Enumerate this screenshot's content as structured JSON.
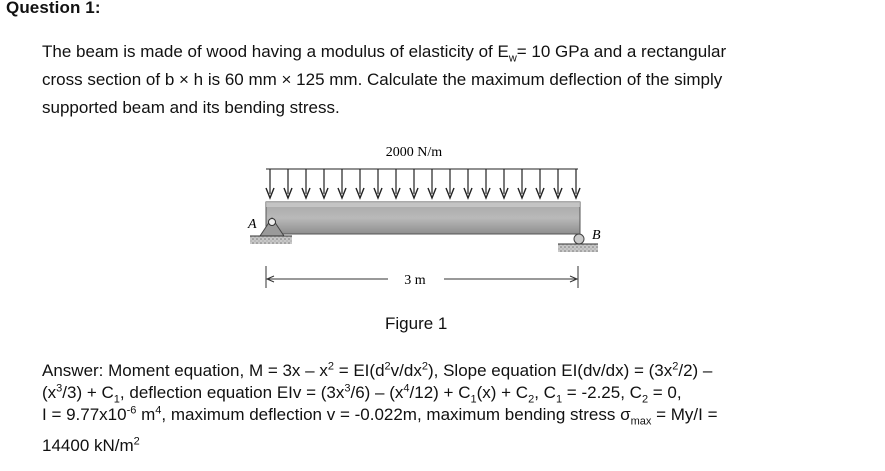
{
  "question": {
    "title": "Question 1:",
    "lines": [
      "The beam is made of wood having a modulus of elasticity of E",
      "w",
      "= 10 GPa and a rectangular",
      "cross section of b × h is 60 mm × 125 mm. Calculate the maximum deflection of the simply",
      "supported beam and its bending stress."
    ]
  },
  "figure": {
    "load_label": "2000 N/m",
    "support_a": "A",
    "support_b": "B",
    "span_label": "3 m",
    "caption": "Figure 1"
  },
  "answer": {
    "line1_a": "Answer: Moment equation, M = 3x – x",
    "line1_b": "2",
    "line1_c": " = EI(d",
    "line1_d": "2",
    "line1_e": "v/dx",
    "line1_f": "2",
    "line1_g": "), Slope equation EI(dv/dx) = (3x",
    "line1_h": "2",
    "line1_i": "/2) –",
    "line2_a": "(x",
    "line2_b": "3",
    "line2_c": "/3) + C",
    "line2_d": "1",
    "line2_e": ", deflection equation EIv = (3x",
    "line2_f": "3",
    "line2_g": "/6) – (x",
    "line2_h": "4",
    "line2_i": "/12) + C",
    "line2_j": "1",
    "line2_k": "(x) + C",
    "line2_l": "2",
    "line2_m": ", C",
    "line2_n": "1",
    "line2_o": " = -2.25, C",
    "line2_p": "2",
    "line2_q": " = 0,",
    "line3_a": "I = 9.77x10",
    "line3_b": "-6",
    "line3_c": " m",
    "line3_d": "4",
    "line3_e": ", maximum deflection v = -0.022m, maximum bending stress σ",
    "line3_f": "max",
    "line3_g": " = My/I =",
    "line4_a": "14400 kN/m",
    "line4_b": "2"
  }
}
